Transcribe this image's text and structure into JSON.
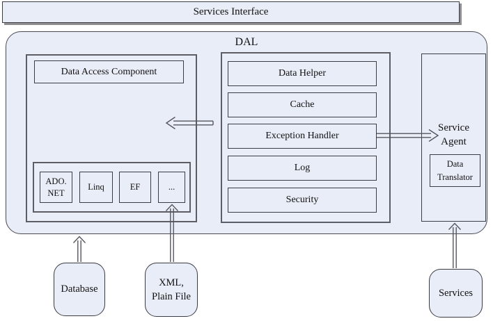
{
  "colors": {
    "box_fill": "#e9edf8",
    "border_dark": "#3b3b43",
    "border_gray": "#5d5d66",
    "shadow": "#8f8f8f",
    "text": "#111111"
  },
  "title_bar": {
    "label": "Services Interface"
  },
  "dal": {
    "label": "DAL",
    "left": {
      "header": "Data Access Component",
      "providers": [
        {
          "label": "ADO.\nNET"
        },
        {
          "label": "Linq"
        },
        {
          "label": "EF"
        },
        {
          "label": "..."
        }
      ]
    },
    "middle": {
      "items": [
        {
          "label": "Data Helper"
        },
        {
          "label": "Cache"
        },
        {
          "label": "Exception Handler"
        },
        {
          "label": "Log"
        },
        {
          "label": "Security"
        }
      ]
    },
    "right": {
      "label": "Service\nAgent",
      "translator": "Data\nTranslator"
    }
  },
  "external": {
    "database": "Database",
    "xml": "XML,\nPlain File",
    "services": "Services"
  }
}
